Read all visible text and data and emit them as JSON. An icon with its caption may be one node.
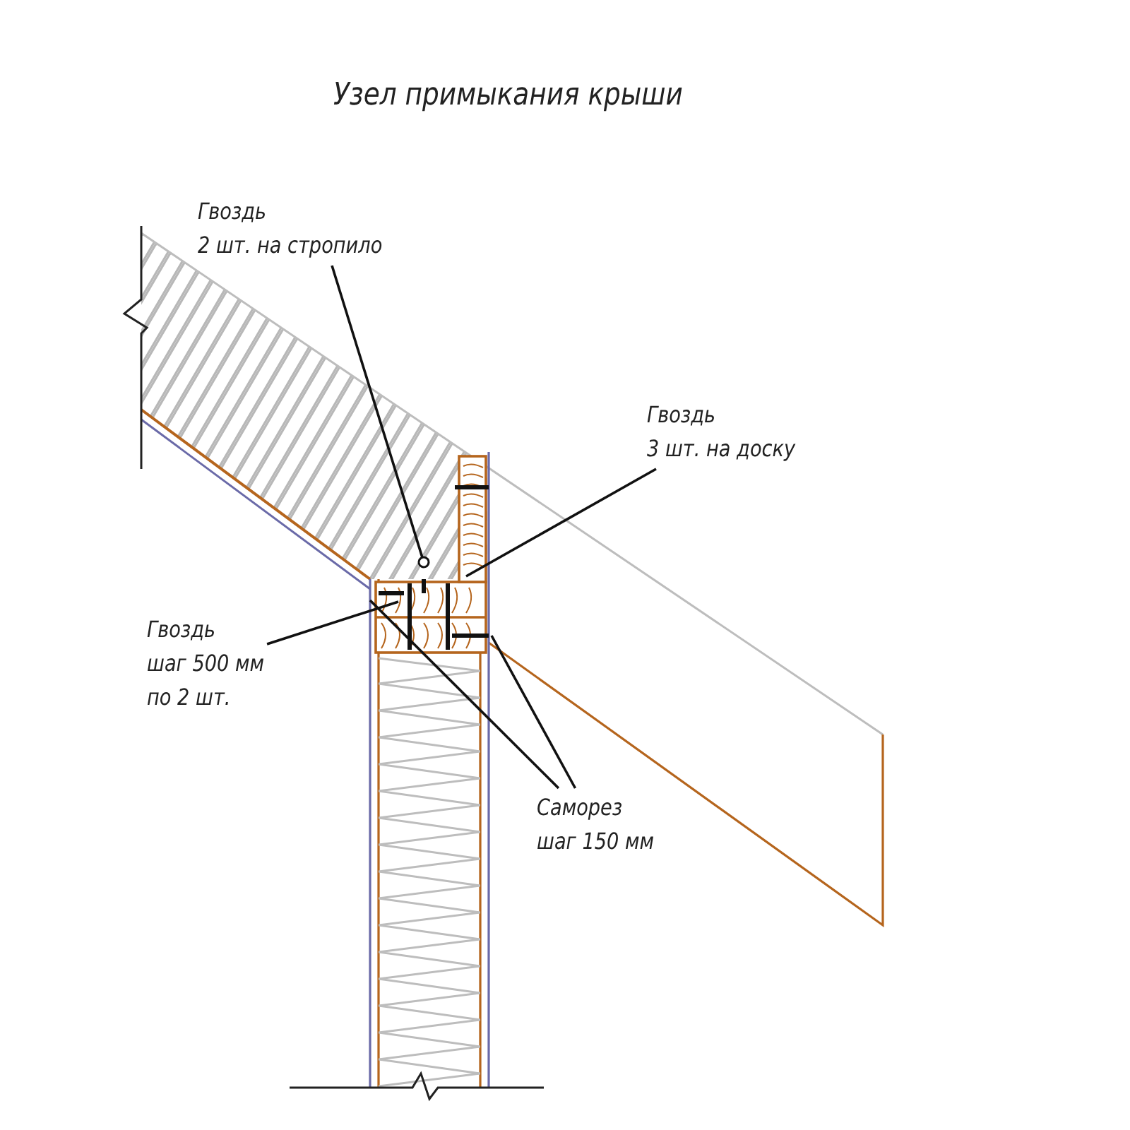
{
  "diagram": {
    "title": "Узел примыкания крыши",
    "nodes": [
      {
        "text": [
          "Гвоздь",
          "2 шт. на стропило"
        ]
      },
      {
        "text": [
          "Гвоздь",
          "3 шт. на доску"
        ]
      },
      {
        "text": [
          "Гвоздь",
          "шаг 500 мм",
          "по 2 шт."
        ]
      },
      {
        "text": [
          "Саморез",
          "шаг 150 мм"
        ]
      }
    ],
    "edges": [
      {
        "from": 0,
        "to": null,
        "arrow": "other"
      },
      {
        "from": 1,
        "to": null,
        "arrow": "none"
      },
      {
        "from": 2,
        "to": null,
        "arrow": "none"
      },
      {
        "from": 3,
        "to": null,
        "arrow": "none"
      },
      {
        "from": 3,
        "to": null,
        "arrow": "none"
      }
    ]
  }
}
